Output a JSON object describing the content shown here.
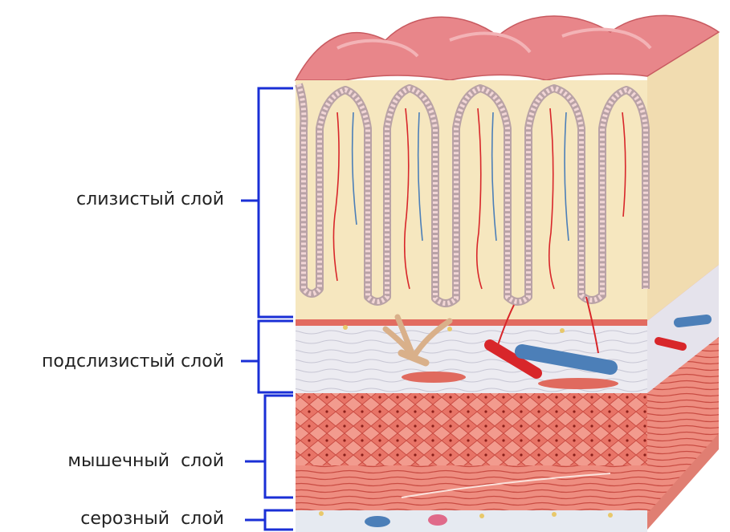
{
  "layers": [
    {
      "id": "mucosa",
      "label": "слизистый слой"
    },
    {
      "id": "submucosa",
      "label": "подслизистый слой"
    },
    {
      "id": "muscular",
      "label": "мышечный  слой"
    },
    {
      "id": "serosa",
      "label": "серозный  слой"
    }
  ],
  "colors": {
    "bracket": "#1a2fd6",
    "mucosa_fill": "#f6e7bf",
    "villus_top": "#e8868a",
    "epithelium": "#f2d6d6",
    "submucosa_fill": "#e9e9ef",
    "muscle": "#e06a5e",
    "muscle_light": "#f0a49a",
    "artery": "#d8262a",
    "vein": "#4c7fb8",
    "lymph": "#d9b08a",
    "serosa_fill": "#e6eaf1"
  }
}
